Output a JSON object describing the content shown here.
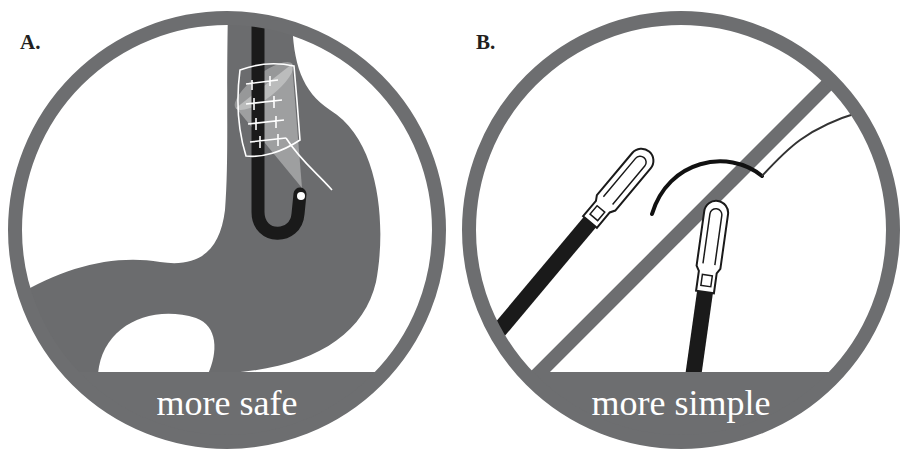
{
  "diagram": {
    "nodes": [
      {
        "text": [
          "more safe"
        ]
      },
      {
        "text": [
          "more simple"
        ]
      }
    ],
    "labels": [
      "A.",
      "B."
    ]
  }
}
